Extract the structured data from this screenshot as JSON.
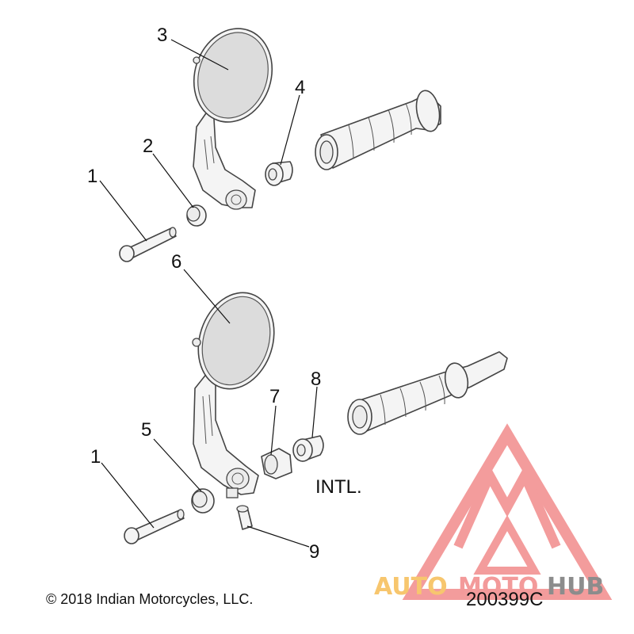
{
  "callouts": {
    "c1a": "1",
    "c2": "2",
    "c3": "3",
    "c4": "4",
    "c1b": "1",
    "c5": "5",
    "c6": "6",
    "c7": "7",
    "c8": "8",
    "c9": "9"
  },
  "labels": {
    "intl": "INTL.",
    "copyright": "© 2018 Indian Motorcycles, LLC.",
    "drawing_number": "200399C"
  },
  "watermark": {
    "auto": "AUTO",
    "moto": "MOTO",
    "hub": "HUB",
    "colors": {
      "auto": "#f7c66e",
      "moto": "#f39a9a",
      "hub": "#8c8c8c",
      "triangle": "#f28b8b"
    }
  },
  "icons": {
    "mirror": "mirror-icon",
    "grip": "grip-icon",
    "bolt": "bolt-icon",
    "spacer": "spacer-icon",
    "bar-end-adapter": "bar-end-adapter-icon",
    "clamp-nut": "clamp-nut-icon",
    "set-screw": "set-screw-icon",
    "logo": "automotohub-logo-icon"
  }
}
